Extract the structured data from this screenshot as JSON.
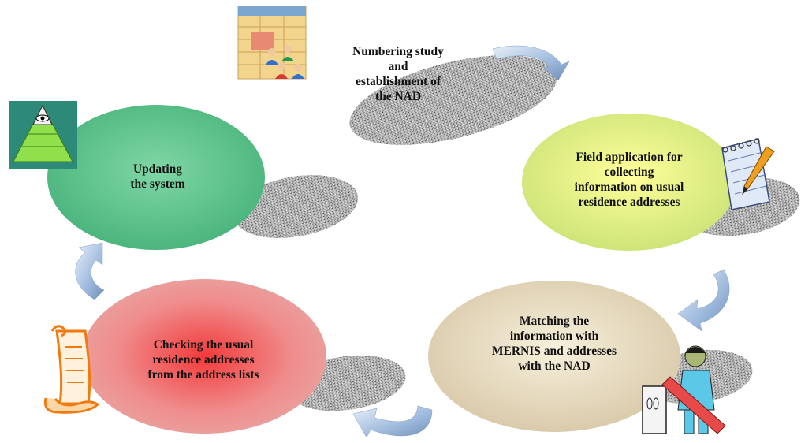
{
  "stages": [
    {
      "id": "numbering",
      "label": "Numbering study\nand\nestablishment of\nthe NAD",
      "icon": "table-people-icon",
      "color": "#8a8a8a"
    },
    {
      "id": "field",
      "label": "Field application for\ncollecting\ninformation on usual\nresidence addresses",
      "icon": "notepad-pen-icon",
      "color": "#d9ec7a"
    },
    {
      "id": "matching",
      "label": "Matching the\ninformation with\nMERNIS and addresses\nwith the NAD",
      "icon": "man-with-ruler-icon",
      "color": "#e9dcc4"
    },
    {
      "id": "checking",
      "label": "Checking the usual\nresidence addresses\nfrom the address lists",
      "icon": "scroll-icon",
      "color": "#f08c8c"
    },
    {
      "id": "updating",
      "label": "Updating\nthe system",
      "icon": "pyramid-eye-icon",
      "color": "#5fc48e"
    }
  ],
  "arrow_color": "#8fb2d8"
}
